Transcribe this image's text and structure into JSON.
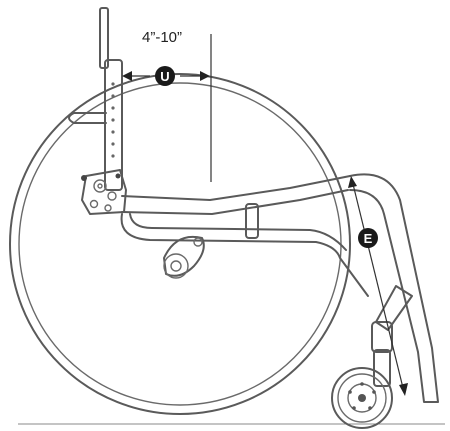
{
  "dimension_u": {
    "range_label": "4”-10”",
    "badge_letter": "U"
  },
  "dimension_e": {
    "badge_letter": "E"
  },
  "colors": {
    "line": "#5a5a5a",
    "badge_fill": "#1a1a1a",
    "background": "#ffffff"
  }
}
